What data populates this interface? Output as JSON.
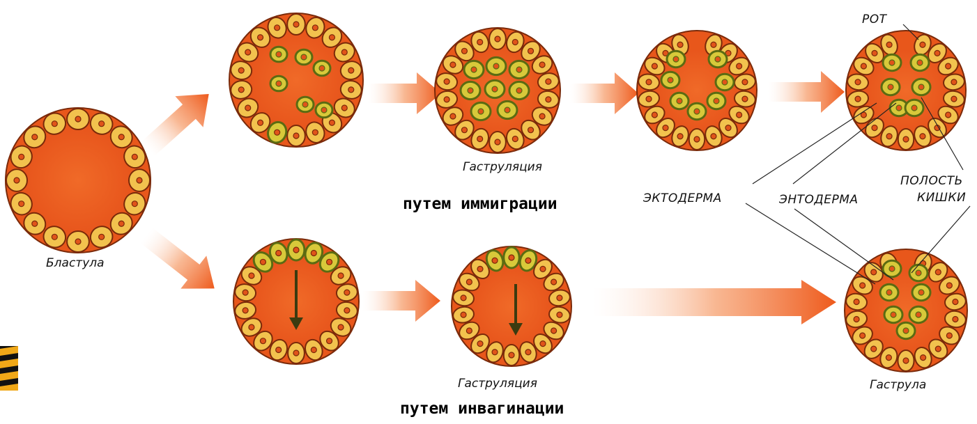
{
  "labels": {
    "blastula": "Бластула",
    "gastrulation_top": "Гаструляция",
    "gastrulation_bottom": "Гаструляция",
    "gastrula": "Гаструла",
    "ectoderm": "ЭКТОДЕРМА",
    "endoderm": "ЭНТОДЕРМА",
    "gut_cavity_line1": "ПОЛОСТЬ",
    "gut_cavity_line2": "КИШКИ",
    "mouth": "РОТ",
    "immigration": "путем иммиграции",
    "invagination": "путем инвагинации"
  },
  "colors": {
    "background": "#ffffff",
    "cell_outer": "#e8571b",
    "cell_inner": "#f2c24e",
    "cell_border": "#7a2a0a",
    "nucleus": "#e0541a",
    "endoderm_cell": "#5b6b12",
    "endoderm_inner": "#d8c93a",
    "arrow": "#f47b3a"
  }
}
